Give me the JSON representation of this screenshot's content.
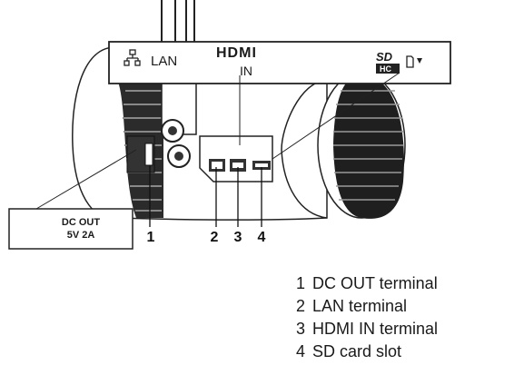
{
  "panel": {
    "lan_label": "LAN",
    "hdmi_logo": "HDMI",
    "hdmi_in": "IN",
    "sd_logo_top": "SD",
    "sd_logo_bottom": "HC"
  },
  "dc_label": {
    "line1": "DC OUT",
    "line2": "5V 2A"
  },
  "callout_numbers": [
    "1",
    "2",
    "3",
    "4"
  ],
  "legend": [
    {
      "num": "1",
      "text": "DC OUT terminal"
    },
    {
      "num": "2",
      "text": "LAN terminal"
    },
    {
      "num": "3",
      "text": "HDMI IN terminal"
    },
    {
      "num": "4",
      "text": "SD card slot"
    }
  ]
}
